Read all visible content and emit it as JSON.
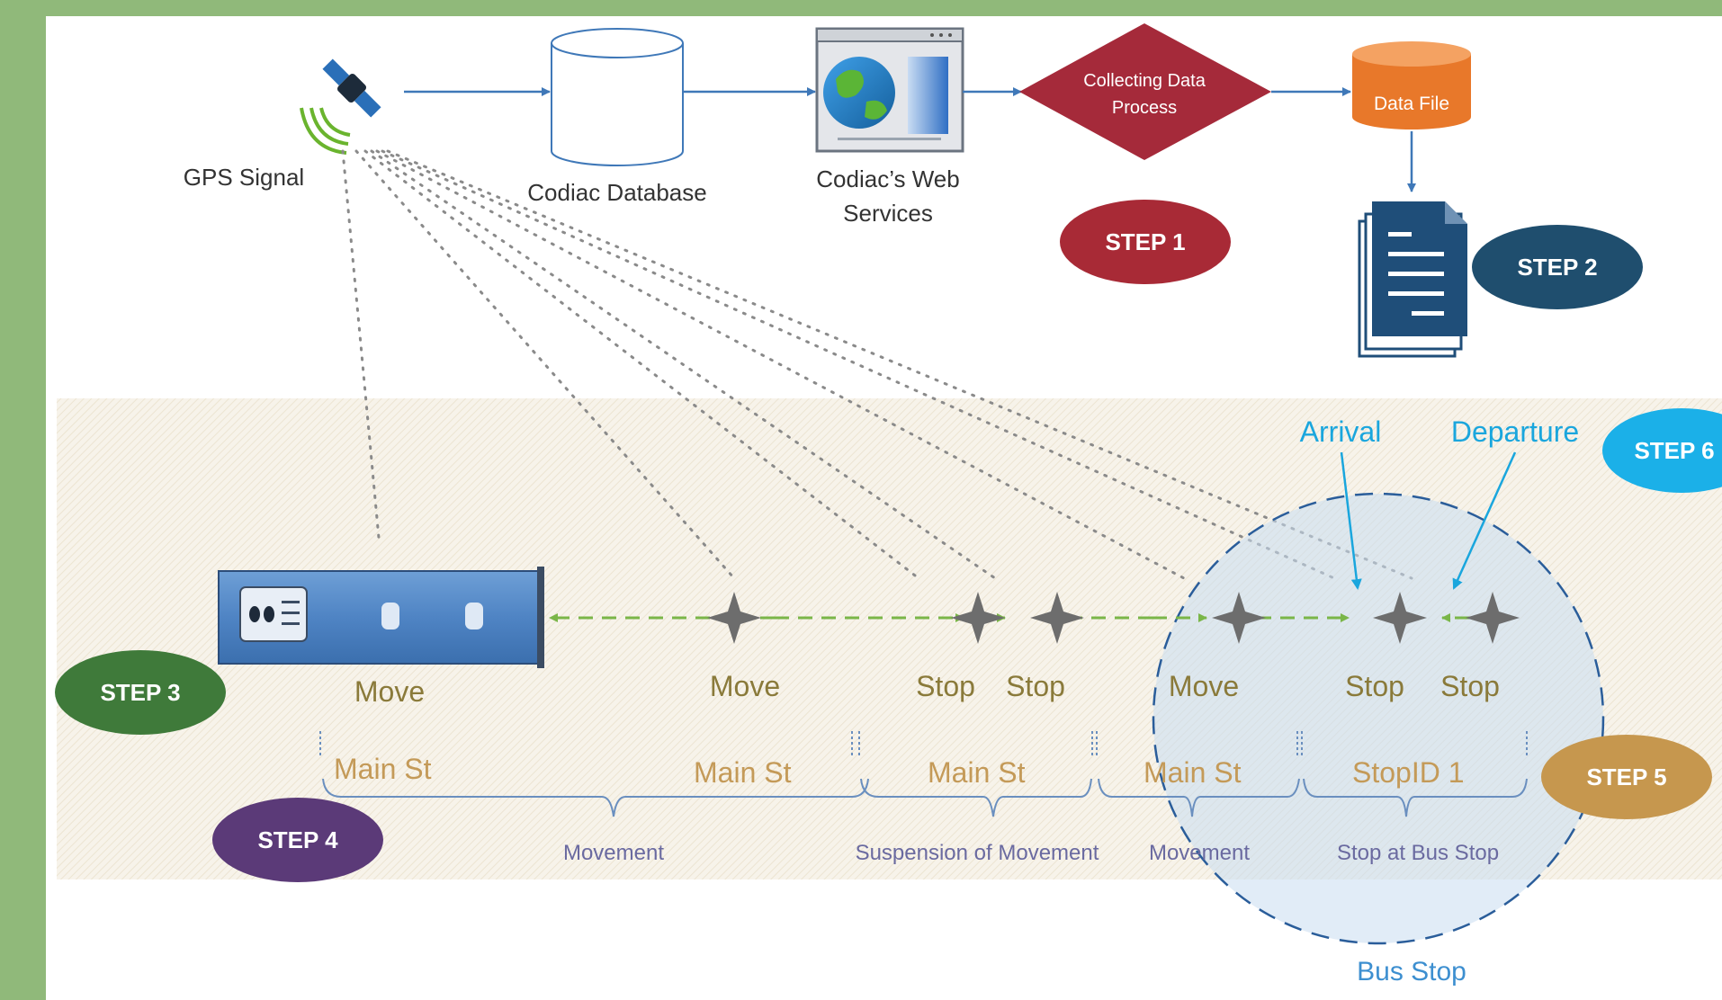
{
  "flow": {
    "gps_label": "GPS Signal",
    "database_label": "Codiac Database",
    "web_services_line1": "Codiac’s Web",
    "web_services_line2": "Services",
    "collecting_line1": "Collecting Data",
    "collecting_line2": "Process",
    "data_file_label": "Data File"
  },
  "steps": {
    "step1": "STEP 1",
    "step2": "STEP 2",
    "step3": "STEP 3",
    "step4": "STEP 4",
    "step5": "STEP 5",
    "step6": "STEP 6"
  },
  "track": {
    "bus_label": "Move",
    "points": [
      {
        "label": "Move"
      },
      {
        "label": "Stop"
      },
      {
        "label": "Stop"
      },
      {
        "label": "Move"
      },
      {
        "label": "Stop"
      },
      {
        "label": "Stop"
      }
    ],
    "arrival_label": "Arrival",
    "departure_label": "Departure",
    "street_labels": [
      "Main St",
      "Main St",
      "Main St",
      "Main St",
      "StopID 1"
    ],
    "segment_labels": [
      "Movement",
      "Suspension of Movement",
      "Movement",
      "Stop at Bus Stop"
    ],
    "bus_stop_label": "Bus Stop"
  },
  "colors": {
    "flow_arrow": "#3f78b8",
    "collecting_diamond": "#a52a3a",
    "data_file": "#e8782a",
    "document": "#1f4e79",
    "step1": "#a82a36",
    "step2": "#1f4e6e",
    "step3": "#3f7a3a",
    "step4": "#5b3a78",
    "step5": "#c6974e",
    "step6": "#1bb0e8",
    "street_text": "#c49a58",
    "point_text": "#8a7a3a",
    "segment_text": "#6a6aa0",
    "green_arrow": "#7ab648",
    "stop_point": "#6d6d6d",
    "bus_stop_circle": "#c8ddf0",
    "cyan_text": "#1aa6dd"
  },
  "icons": {
    "satellite": "satellite-icon",
    "gps_waves": "signal-waves-icon",
    "database": "database-cylinder-icon",
    "web_window": "browser-globe-icon",
    "data_file": "orange-cylinder-icon",
    "document": "document-stack-icon",
    "bus": "bus-icon",
    "stop_marker": "four-point-star-icon"
  }
}
